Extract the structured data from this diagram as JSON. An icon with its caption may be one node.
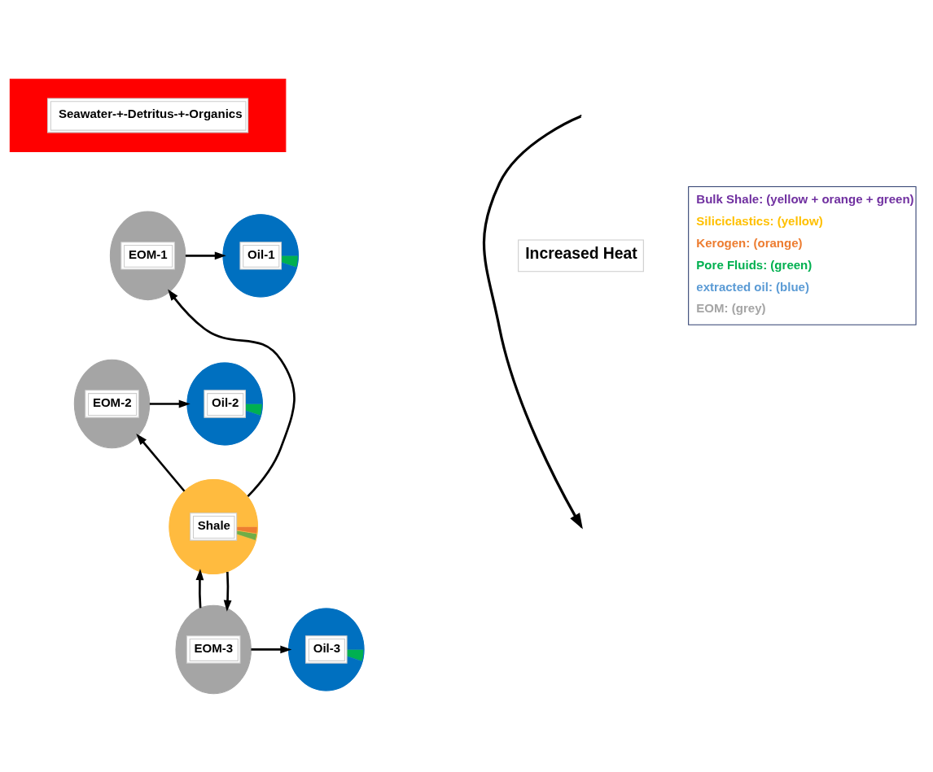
{
  "diagram": {
    "nodes": [
      {
        "text": [
          "Seawater-+-Detritus-+-Organics"
        ]
      },
      {
        "text": [
          "EOM-1"
        ]
      },
      {
        "text": [
          "Oil-1"
        ]
      },
      {
        "text": [
          "EOM-2"
        ]
      },
      {
        "text": [
          "Oil-2"
        ]
      },
      {
        "text": [
          "EOM-3"
        ]
      },
      {
        "text": [
          "Oil-3"
        ]
      },
      {
        "text": [
          "Shale"
        ]
      }
    ],
    "edges": [
      {
        "from": 7,
        "to": 1,
        "arrow": "to"
      },
      {
        "from": 7,
        "to": 3,
        "arrow": "to"
      },
      {
        "from": 7,
        "to": 5,
        "arrow": "to"
      },
      {
        "from": 1,
        "to": 2,
        "arrow": "to"
      },
      {
        "from": 3,
        "to": 4,
        "arrow": "to"
      },
      {
        "from": 5,
        "to": 6,
        "arrow": "to"
      },
      {
        "from": 5,
        "to": 7,
        "arrow": "to"
      }
    ],
    "labels": [
      "Increased Heat"
    ],
    "legend": [
      {
        "text": "Bulk Shale: (yellow + orange + green)",
        "color": "#7030a0"
      },
      {
        "text": "Siliciclastics: (yellow)",
        "color": "#ffc000"
      },
      {
        "text": "Kerogen: (orange)",
        "color": "#ed7d31"
      },
      {
        "text": "Pore Fluids: (green)",
        "color": "#00b050"
      },
      {
        "text": "extracted oil: (blue)",
        "color": "#5b9bd5"
      },
      {
        "text": "EOM: (grey)",
        "color": "#a5a5a5"
      }
    ]
  }
}
